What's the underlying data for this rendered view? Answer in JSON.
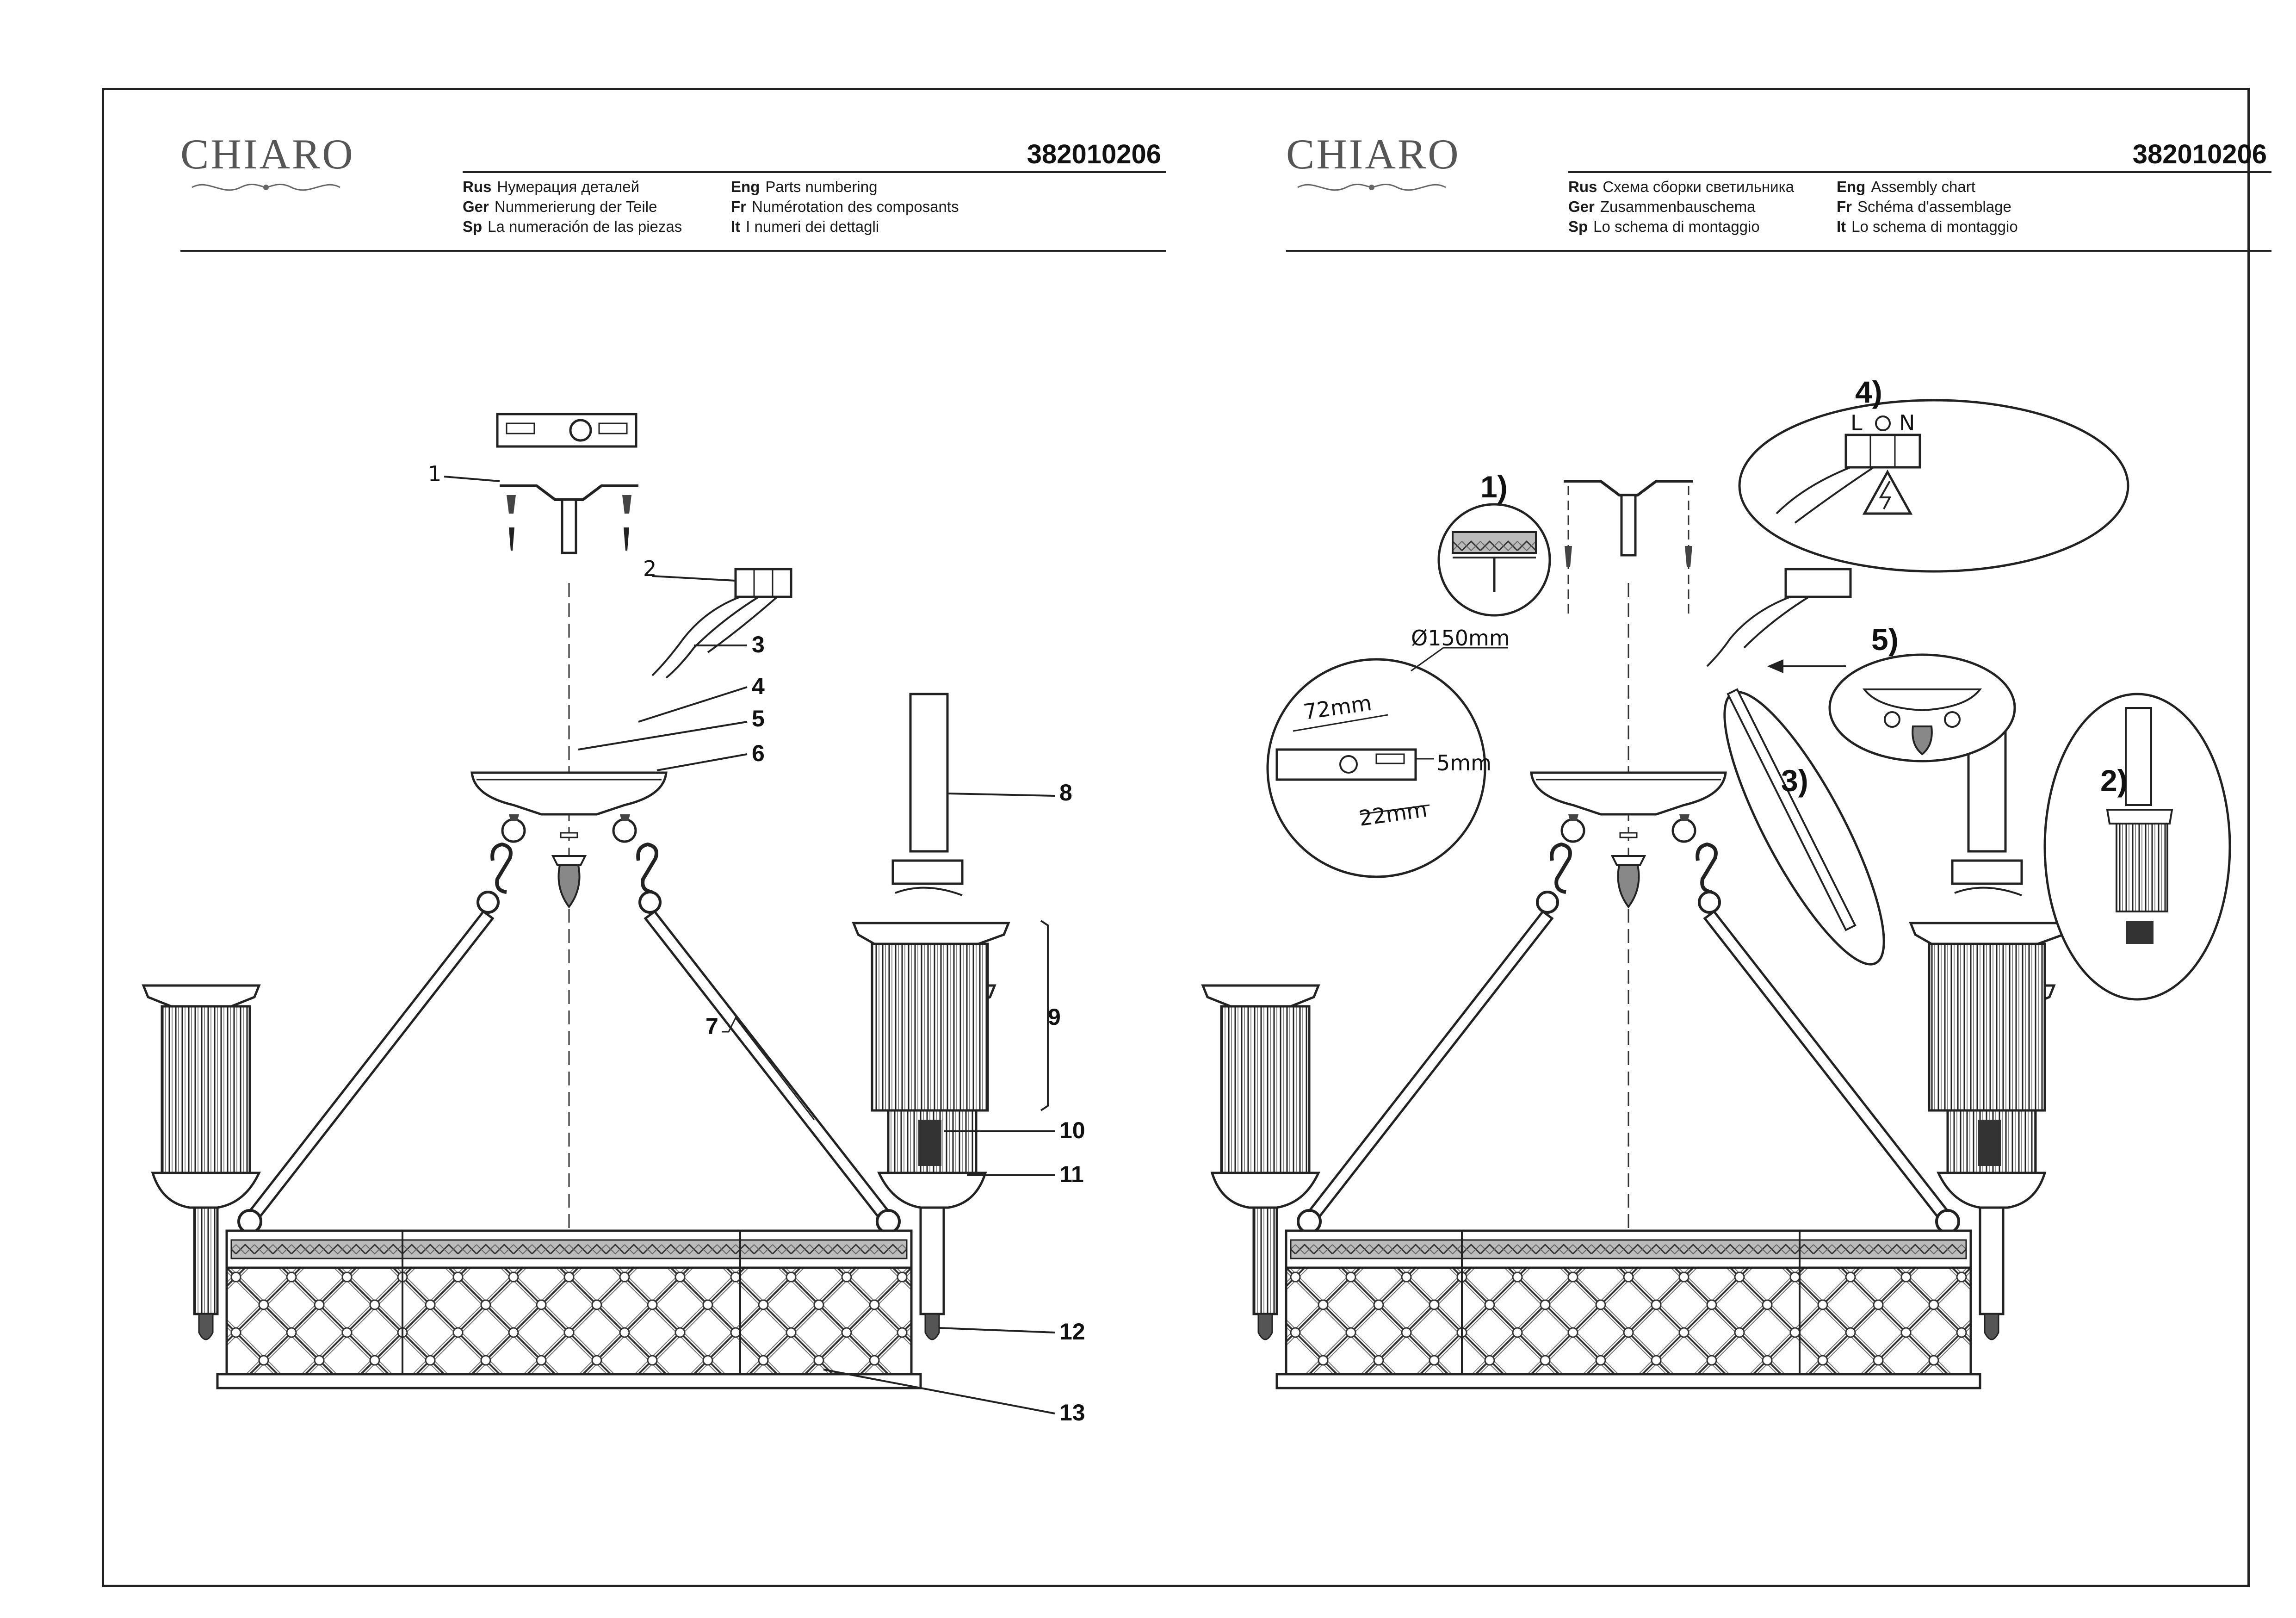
{
  "brand": {
    "logo_text": "CHIARO"
  },
  "left_sheet": {
    "code": "382010206",
    "titles": [
      {
        "lang": "Rus",
        "text": "Нумерация деталей"
      },
      {
        "lang": "Ger",
        "text": "Nummerierung der Teile"
      },
      {
        "lang": "Sp",
        "text": "La numeración de las piezas"
      },
      {
        "lang": "Eng",
        "text": "Parts numbering"
      },
      {
        "lang": "Fr",
        "text": "Numérotation des composants"
      },
      {
        "lang": "It",
        "text": "I numeri dei dettagli"
      }
    ],
    "part_numbers": [
      "1",
      "2",
      "3",
      "4",
      "5",
      "6",
      "7",
      "8",
      "9",
      "10",
      "11",
      "12",
      "13"
    ]
  },
  "right_sheet": {
    "code": "382010206",
    "titles": [
      {
        "lang": "Rus",
        "text": "Схема сборки светильника"
      },
      {
        "lang": "Ger",
        "text": "Zusammenbauschema"
      },
      {
        "lang": "Sp",
        "text": "Lo schema di montaggio"
      },
      {
        "lang": "Eng",
        "text": "Assembly chart"
      },
      {
        "lang": "Fr",
        "text": "Schéma d'assemblage"
      },
      {
        "lang": "It",
        "text": "Lo schema di montaggio"
      }
    ],
    "steps": [
      "1)",
      "2)",
      "3)",
      "4)",
      "5)"
    ],
    "dimensions": {
      "diameter": "Ø150mm",
      "length": "72mm",
      "hole": "5mm",
      "spacing": "22mm"
    },
    "terminal_labels": [
      "L",
      "N"
    ]
  },
  "colors": {
    "line": "#1a1a1a",
    "shade": "#555555",
    "paper": "#ffffff"
  }
}
